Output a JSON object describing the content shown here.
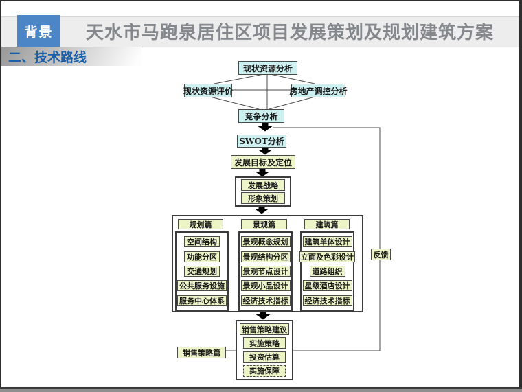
{
  "header": {
    "tag": "背景",
    "title": "天水市马跑泉居住区项目发展策划及规划建筑方案"
  },
  "section": {
    "label": "二、技术路线"
  },
  "flowchart": {
    "top": {
      "resource_analysis": "现状资源分析",
      "resource_evaluation": "现状资源评价",
      "market_regulation": "房地产调控分析",
      "competition": "竞争分析"
    },
    "swot": "SWOT分析",
    "goal": "发展目标及定位",
    "strategy_group": {
      "items": [
        "发展战略",
        "形象策划"
      ]
    },
    "columns": [
      {
        "header": "规划篇",
        "items": [
          "空间结构",
          "功能分区",
          "交通规划",
          "公共服务设施",
          "服务中心体系"
        ]
      },
      {
        "header": "景观篇",
        "items": [
          "景观概念规划",
          "景观结构分区",
          "景观节点设计",
          "景观小品设计",
          "经济技术指标"
        ]
      },
      {
        "header": "建筑篇",
        "items": [
          "建筑单体设计",
          "立面及色彩设计",
          "道路组织",
          "星级酒店设计",
          "经济技术指标"
        ]
      }
    ],
    "sales": {
      "label": "销售策略篇",
      "items": [
        "销售策略建议",
        "实施策略",
        "投资估算",
        "实施保障"
      ]
    },
    "feedback": "反馈"
  },
  "colors": {
    "tag_blue": "#4c86c6",
    "section_text_blue": "#1a5fa8",
    "box_cyan": "#cdf0f0",
    "box_yellow": "#edf5c8",
    "title_gray": "#84888d"
  }
}
